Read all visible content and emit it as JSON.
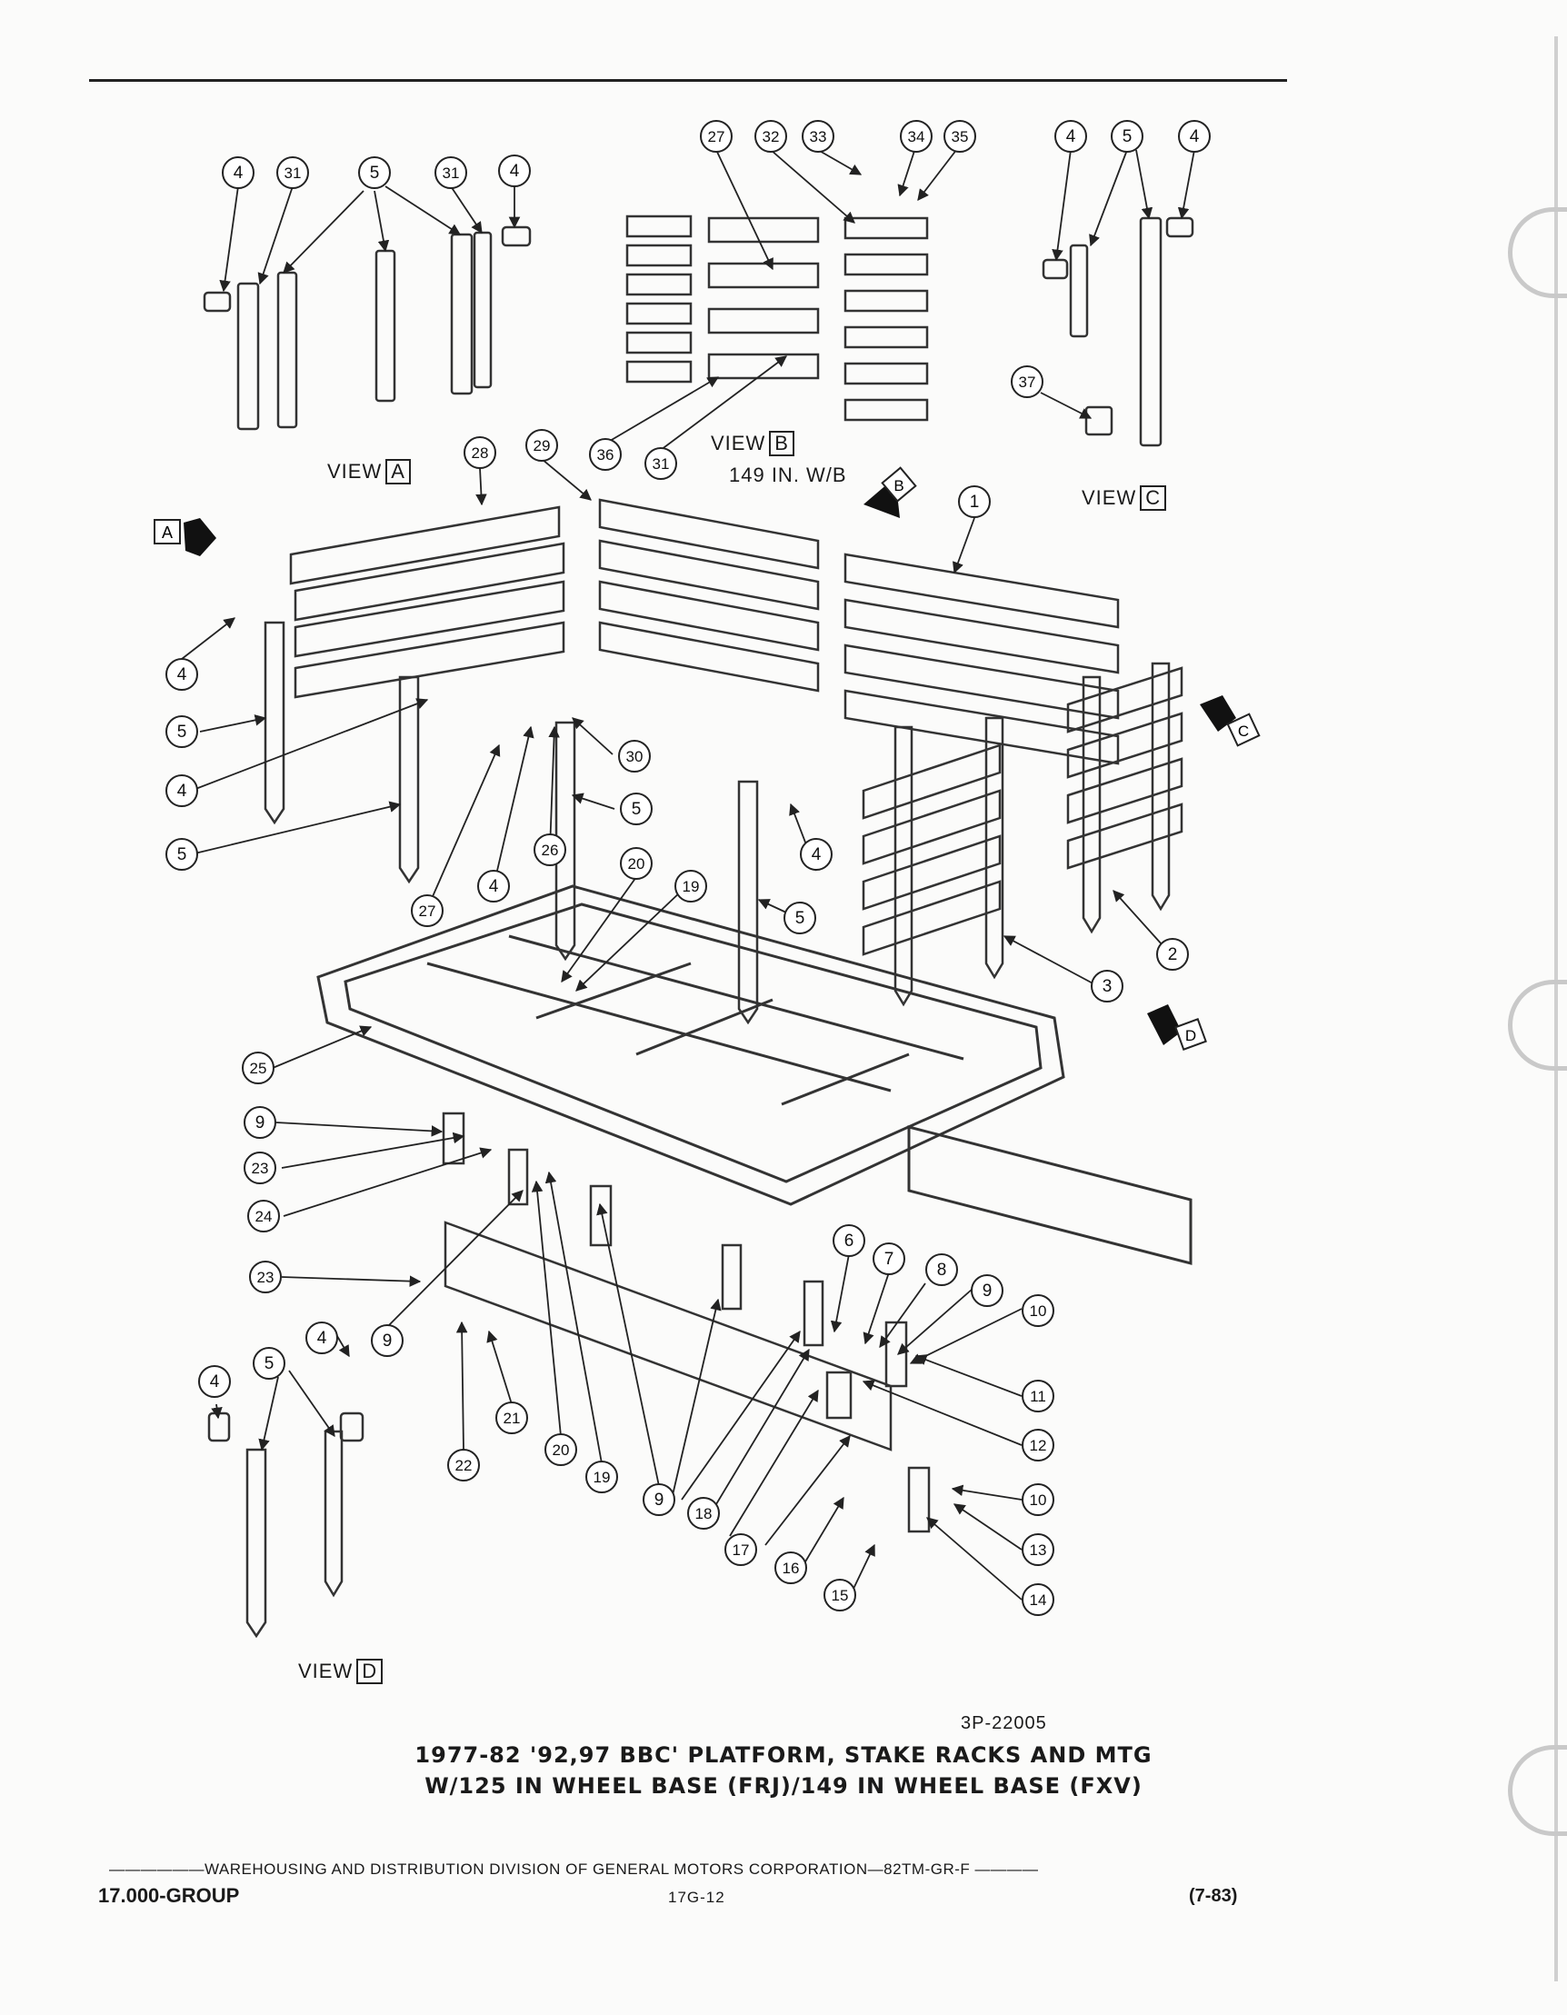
{
  "views": {
    "a": {
      "label": "VIEW",
      "letter": "A"
    },
    "b": {
      "label": "VIEW",
      "letter": "B",
      "note": "149 IN. W/B"
    },
    "c": {
      "label": "VIEW",
      "letter": "C"
    },
    "d": {
      "label": "VIEW",
      "letter": "D"
    }
  },
  "arrow_markers": {
    "a": "A",
    "b": "B",
    "c": "C",
    "d": "D"
  },
  "callouts": [
    "4",
    "31",
    "5",
    "31",
    "4",
    "27",
    "32",
    "33",
    "34",
    "35",
    "4",
    "5",
    "4",
    "37",
    "36",
    "31",
    "28",
    "29",
    "1",
    "4",
    "5",
    "4",
    "5",
    "30",
    "5",
    "27",
    "4",
    "26",
    "20",
    "19",
    "4",
    "5",
    "2",
    "3",
    "25",
    "9",
    "23",
    "24",
    "23",
    "9",
    "4",
    "5",
    "4",
    "22",
    "21",
    "20",
    "19",
    "9",
    "18",
    "17",
    "16",
    "15",
    "6",
    "7",
    "8",
    "9",
    "10",
    "11",
    "12",
    "10",
    "13",
    "14"
  ],
  "drawing_number": "3P-22005",
  "caption": {
    "line1": "1977-82 '92,97 BBC' PLATFORM, STAKE RACKS AND MTG",
    "line2": "W/125 IN WHEEL BASE (FRJ)/149 IN WHEEL BASE (FXV)"
  },
  "footer": {
    "publisher_line": "——————WAREHOUSING AND DISTRIBUTION  DIVISION OF GENERAL MOTORS CORPORATION—82TM-GR-F  ————",
    "group": "17.000-GROUP",
    "page": "17G-12",
    "date": "(7-83)"
  }
}
